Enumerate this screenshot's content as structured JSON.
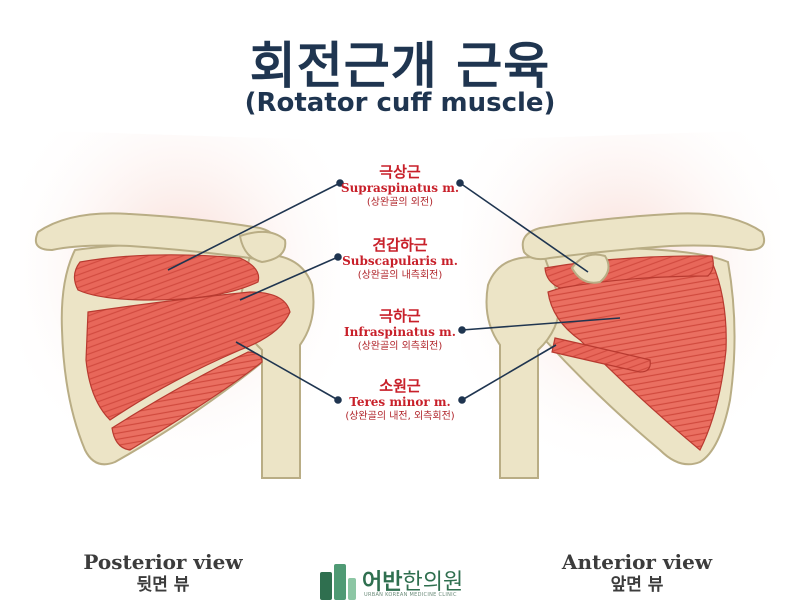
{
  "title": "회전근개 근육",
  "subtitle": "(Rotator cuff muscle)",
  "muscles": [
    {
      "kr": "극상근",
      "en": "Supraspinatus m.",
      "fn": "(상완골의 외전)"
    },
    {
      "kr": "견갑하근",
      "en": "Subscapularis m.",
      "fn": "(상완골의 내측회전)"
    },
    {
      "kr": "극하근",
      "en": "Infraspinatus m.",
      "fn": "(상완골의 외측회전)"
    },
    {
      "kr": "소원근",
      "en": "Teres minor m.",
      "fn": "(상완골의 내전, 외측회전)"
    }
  ],
  "views": {
    "posterior": {
      "en": "Posterior view",
      "kr": "뒷면 뷰"
    },
    "anterior": {
      "en": "Anterior view",
      "kr": "앞면 뷰"
    }
  },
  "logo": {
    "name_bold": "어반",
    "name_rest": "한의원",
    "sub": "URBAN KOREAN MEDICINE CLINIC"
  },
  "colors": {
    "title": "#1f3550",
    "label": "#c8202a",
    "muscle": "#e8675a",
    "bone": "#ece4c6",
    "leader": "#1f3550",
    "logo": "#2f6f4f"
  }
}
